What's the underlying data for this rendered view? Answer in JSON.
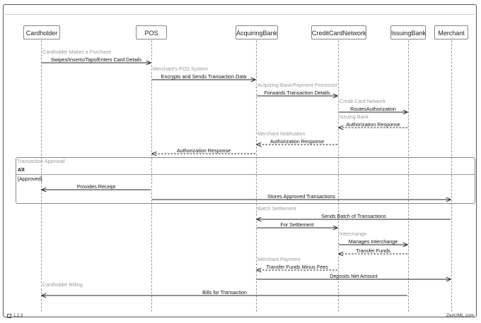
{
  "participants": [
    "Cardholder",
    "POS",
    "AcquiringBank",
    "CreditCardNetwork",
    "IssuingBank",
    "Merchant"
  ],
  "messages": [
    {
      "comment": "Cardholder Makes a Purchase",
      "from": "Cardholder",
      "to": "POS",
      "label": "Swipes/Inserts/Taps/Enters Card Details",
      "style": "solid"
    },
    {
      "comment": "Merchant's POS System",
      "from": "POS",
      "to": "AcquiringBank",
      "label": "Encrypts and Sends Transaction Data",
      "style": "solid"
    },
    {
      "comment": "Acquiring Bank/Payment Processor",
      "from": "AcquiringBank",
      "to": "CreditCardNetwork",
      "label": "Forwards Transaction Details",
      "style": "solid"
    },
    {
      "comment": "Credit Card Network",
      "from": "CreditCardNetwork",
      "to": "IssuingBank",
      "label": "RoutesAuthorization",
      "style": "solid"
    },
    {
      "comment": "Issuing Bank",
      "from": "IssuingBank",
      "to": "CreditCardNetwork",
      "label": "Authorization Response",
      "style": "dashed"
    },
    {
      "comment": "Merchant Notification",
      "from": "CreditCardNetwork",
      "to": "AcquiringBank",
      "label": "Authorization Response",
      "style": "dashed"
    },
    {
      "comment": "",
      "from": "AcquiringBank",
      "to": "POS",
      "label": "Authorization Response",
      "style": "dashed"
    },
    {
      "comment": "",
      "from": "POS",
      "to": "Cardholder",
      "label": "Provides Receipt",
      "style": "solid"
    },
    {
      "comment": "",
      "from": "POS",
      "to": "Merchant",
      "label": "Stores Approved Transactions",
      "style": "solid"
    },
    {
      "comment": "Batch Settlement",
      "from": "Merchant",
      "to": "AcquiringBank",
      "label": "Sends Batch of Transactions",
      "style": "solid"
    },
    {
      "comment": "",
      "from": "AcquiringBank",
      "to": "CreditCardNetwork",
      "label": "For Settlement",
      "style": "solid"
    },
    {
      "comment": "Interchange",
      "from": "CreditCardNetwork",
      "to": "IssuingBank",
      "label": "Manages Interchange",
      "style": "solid"
    },
    {
      "comment": "",
      "from": "IssuingBank",
      "to": "CreditCardNetwork",
      "label": "Transfer Funds",
      "style": "dashed"
    },
    {
      "comment": "Merchant Payment",
      "from": "CreditCardNetwork",
      "to": "AcquiringBank",
      "label": "Transfer Funds Minus Fees",
      "style": "dashed"
    },
    {
      "comment": "",
      "from": "AcquiringBank",
      "to": "Merchant",
      "label": "Deposits Net Amount",
      "style": "solid"
    },
    {
      "comment": "Cardholder Billing",
      "from": "IssuingBank",
      "to": "Cardholder",
      "label": "Bills for Transaction",
      "style": "solid"
    }
  ],
  "fragment": {
    "comment": "Transaction Approval",
    "kind": "Alt",
    "condition": "[Approved]"
  },
  "footer": {
    "version": "1.2.3",
    "brand": "ZenUML.com"
  }
}
